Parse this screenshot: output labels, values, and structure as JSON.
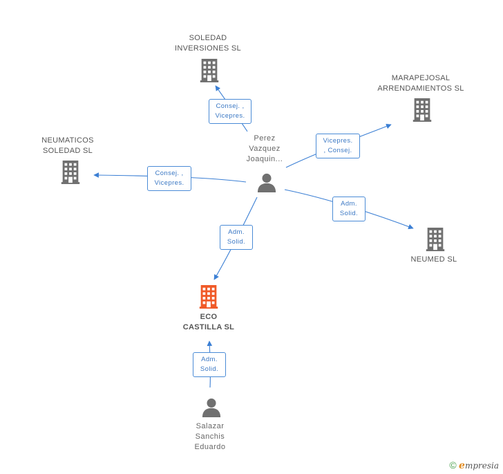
{
  "colors": {
    "company": "#707070",
    "company_main": "#f05a28",
    "person": "#707070",
    "edge": "#3b7fd4"
  },
  "nodes": {
    "soledad_inversiones": {
      "label": "SOLEDAD\nINVERSIONES SL",
      "icon": "building-icon"
    },
    "marapejosal": {
      "label": "MARAPEJOSAL\nARRENDAMIENTOS SL",
      "icon": "building-icon"
    },
    "neumaticos_soledad": {
      "label": "NEUMATICOS\nSOLEDAD SL",
      "icon": "building-icon"
    },
    "neumed": {
      "label": "NEUMED SL",
      "icon": "building-icon"
    },
    "eco_castilla": {
      "label": "ECO\nCASTILLA SL",
      "icon": "building-icon"
    },
    "perez": {
      "label": "Perez\nVazquez\nJoaquin...",
      "icon": "person-icon"
    },
    "salazar": {
      "label": "Salazar\nSanchis\nEduardo",
      "icon": "person-icon"
    }
  },
  "edges": {
    "perez_soledad_inv": "Consej. ,\nVicepres.",
    "perez_marapejosal": "Vicepres.\n, Consej.",
    "perez_neumaticos": "Consej. ,\nVicepres.",
    "perez_neumed": "Adm.\nSolid.",
    "perez_eco": "Adm.\nSolid.",
    "salazar_eco": "Adm.\nSolid."
  },
  "footer": {
    "copyright": "©",
    "brand_initial": "e",
    "brand_rest": "mpresia"
  }
}
